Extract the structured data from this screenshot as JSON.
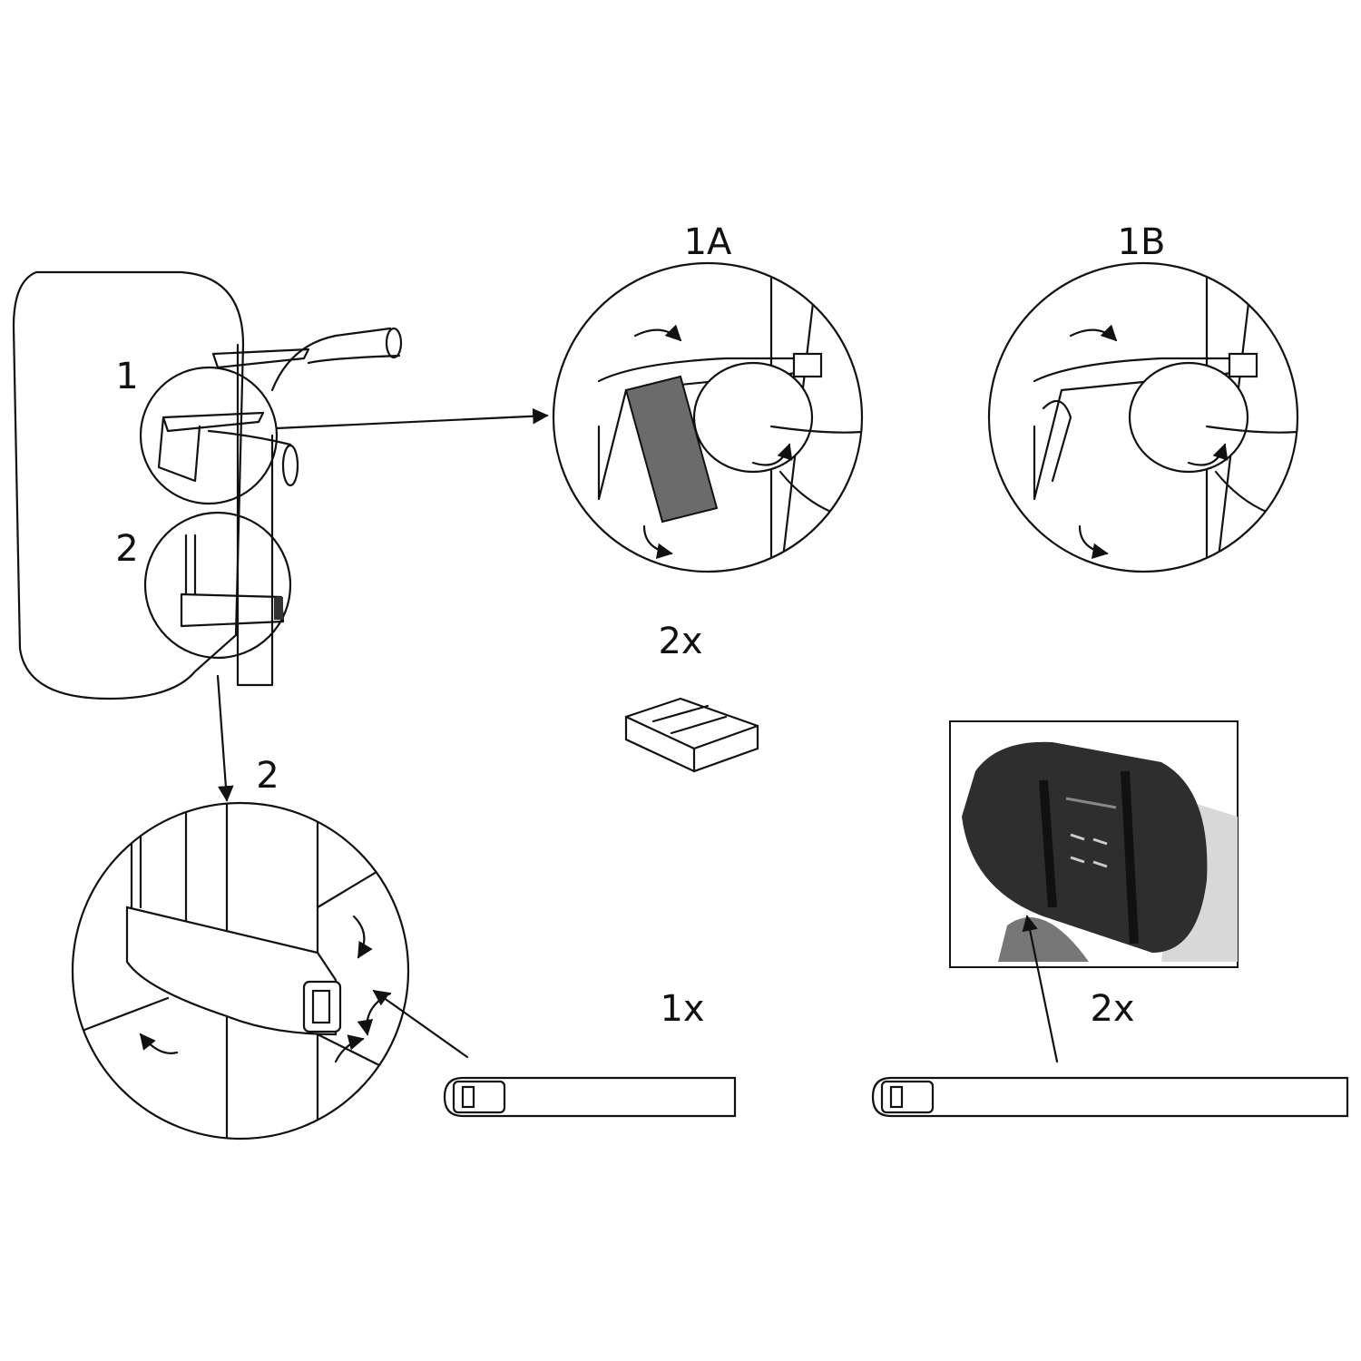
{
  "labels": {
    "step1": "1",
    "step2": "2",
    "detail_1a": "1A",
    "detail_1b": "1B",
    "pads_qty": "2x",
    "detail_2": "2",
    "short_strap_qty": "1x",
    "long_strap_qty": "2x"
  },
  "colors": {
    "line": "#111111",
    "pad_fill": "#6b6b6b",
    "bag_photo": "#2e2e2e"
  }
}
